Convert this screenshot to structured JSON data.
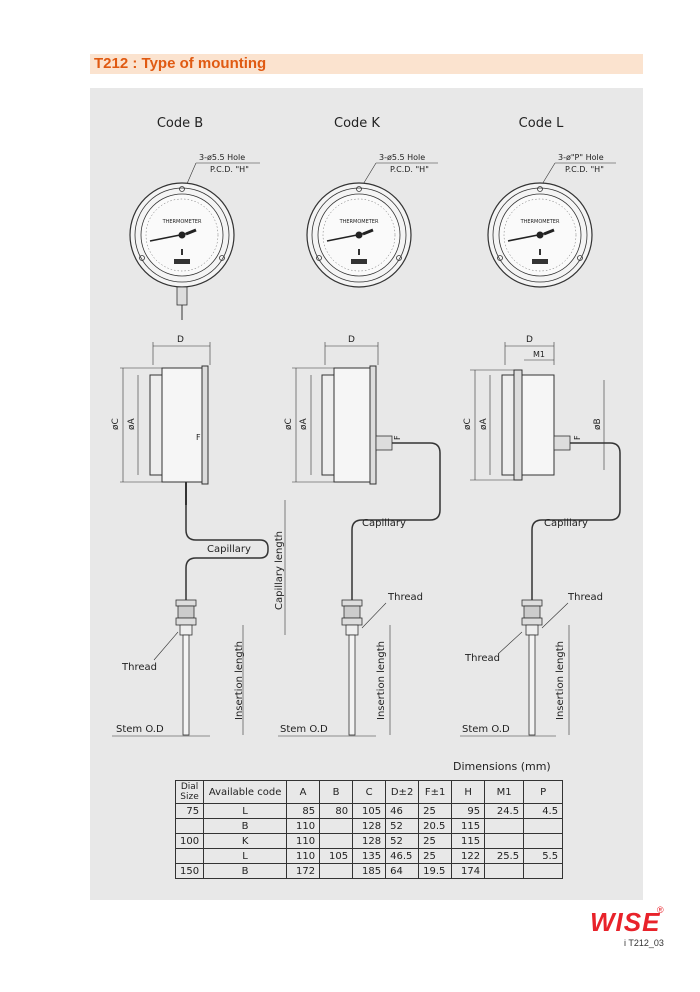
{
  "header": {
    "title": "T212 : Type of mounting"
  },
  "drawing": {
    "codes": [
      {
        "label": "Code B",
        "hole": "3-ø5.5 Hole",
        "pcd": "P.C.D. \"H\""
      },
      {
        "label": "Code K",
        "hole": "3-ø5.5 Hole",
        "pcd": "P.C.D. \"H\""
      },
      {
        "label": "Code L",
        "hole": "3-ø\"P\" Hole",
        "pcd": "P.C.D. \"H\""
      }
    ],
    "dial_text": "THERMOMETER",
    "labels": {
      "D": "D",
      "M1": "M1",
      "oC": "øC",
      "oA": "øA",
      "oB": "øB",
      "F": "F",
      "capillary": "Capillary",
      "capillary_length": "Capillary length",
      "thread": "Thread",
      "insertion_length": "Insertion length",
      "stem_od": "Stem O.D"
    }
  },
  "dimensions": {
    "title": "Dimensions (mm)",
    "headers": [
      "Dial Size",
      "Available code",
      "A",
      "B",
      "C",
      "D±2",
      "F±1",
      "H",
      "M1",
      "P"
    ],
    "rows": [
      [
        "75",
        "L",
        "85",
        "80",
        "105",
        "46",
        "25",
        "95",
        "24.5",
        "4.5"
      ],
      [
        "",
        "B",
        "110",
        "",
        "128",
        "52",
        "20.5",
        "115",
        "",
        ""
      ],
      [
        "100",
        "K",
        "110",
        "",
        "128",
        "52",
        "25",
        "115",
        "",
        ""
      ],
      [
        "",
        "L",
        "110",
        "105",
        "135",
        "46.5",
        "25",
        "122",
        "25.5",
        "5.5"
      ],
      [
        "150",
        "B",
        "172",
        "",
        "185",
        "64",
        "19.5",
        "174",
        "",
        ""
      ]
    ]
  },
  "footer": {
    "brand": "WISE",
    "registered": "®",
    "page_ref": "i T212_03"
  }
}
